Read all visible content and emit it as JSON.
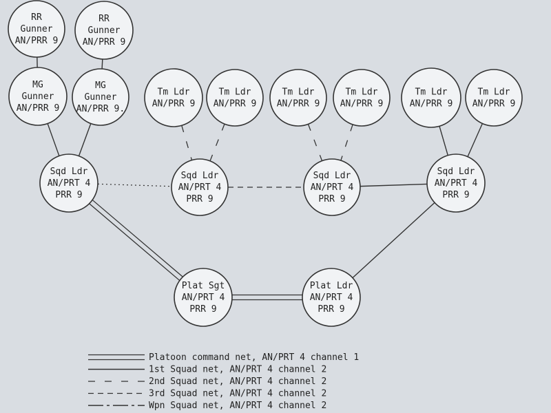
{
  "nodes": [
    {
      "id": "rr1",
      "lines": [
        "RR",
        "Gunner",
        "AN/PRR 9"
      ]
    },
    {
      "id": "rr2",
      "lines": [
        "RR",
        "Gunner",
        "AN/PRR 9"
      ]
    },
    {
      "id": "mg1",
      "lines": [
        "MG",
        "Gunner",
        "AN/PRR 9"
      ]
    },
    {
      "id": "mg2",
      "lines": [
        "MG",
        "Gunner",
        "AN/PRR 9."
      ]
    },
    {
      "id": "tm1",
      "lines": [
        "Tm Ldr",
        "AN/PRR 9"
      ]
    },
    {
      "id": "tm2",
      "lines": [
        "Tm Ldr",
        "AN/PRR 9"
      ]
    },
    {
      "id": "tm3",
      "lines": [
        "Tm Ldr",
        "AN/PRR 9"
      ]
    },
    {
      "id": "tm4",
      "lines": [
        "Tm Ldr",
        "AN/PRR 9"
      ]
    },
    {
      "id": "tm5",
      "lines": [
        "Tm Ldr",
        "AN/PRR 9"
      ]
    },
    {
      "id": "tm6",
      "lines": [
        "Tm Ldr",
        "AN/PRR 9"
      ]
    },
    {
      "id": "sq1",
      "lines": [
        "Sqd Ldr",
        "AN/PRT 4",
        "PRR 9"
      ]
    },
    {
      "id": "sq2",
      "lines": [
        "Sqd Ldr",
        "AN/PRT 4",
        "PRR 9"
      ]
    },
    {
      "id": "sq3",
      "lines": [
        "Sqd Ldr",
        "AN/PRT 4",
        "PRR 9"
      ]
    },
    {
      "id": "sq4",
      "lines": [
        "Sqd Ldr",
        "AN/PRT 4",
        "PRR 9"
      ]
    },
    {
      "id": "psgt",
      "lines": [
        "Plat Sgt",
        "AN/PRT 4",
        "PRR 9"
      ]
    },
    {
      "id": "pldr",
      "lines": [
        "Plat Ldr",
        "AN/PRT 4",
        "PRR 9"
      ]
    }
  ],
  "edges": [
    {
      "from": "rr1",
      "to": "mg1",
      "net": "solid"
    },
    {
      "from": "rr2",
      "to": "mg2",
      "net": "solid"
    },
    {
      "from": "mg1",
      "to": "sq1",
      "net": "solid"
    },
    {
      "from": "mg2",
      "to": "sq1",
      "net": "solid"
    },
    {
      "from": "tm1",
      "to": "sq2",
      "net": "dash2"
    },
    {
      "from": "tm2",
      "to": "sq2",
      "net": "dash2"
    },
    {
      "from": "tm3",
      "to": "sq3",
      "net": "dash2"
    },
    {
      "from": "tm4",
      "to": "sq3",
      "net": "dash2"
    },
    {
      "from": "tm5",
      "to": "sq4",
      "net": "solid"
    },
    {
      "from": "tm6",
      "to": "sq4",
      "net": "solid"
    },
    {
      "from": "sq1",
      "to": "sq2",
      "net": "dot"
    },
    {
      "from": "sq2",
      "to": "sq3",
      "net": "dash3"
    },
    {
      "from": "sq3",
      "to": "sq4",
      "net": "solid"
    },
    {
      "from": "sq1",
      "to": "psgt",
      "net": "double"
    },
    {
      "from": "psgt",
      "to": "pldr",
      "net": "double"
    },
    {
      "from": "pldr",
      "to": "sq4",
      "net": "solid"
    }
  ],
  "legend": [
    {
      "style": "double",
      "label": "Platoon command net, AN/PRT 4 channel 1"
    },
    {
      "style": "solid",
      "label": "1st Squad net, AN/PRT 4 channel 2"
    },
    {
      "style": "dash2",
      "label": "2nd Squad net, AN/PRT 4 channel 2"
    },
    {
      "style": "dash3",
      "label": "3rd Squad net, AN/PRT 4 channel 2"
    },
    {
      "style": "wpn",
      "label": "Wpn Squad net, AN/PRT 4 channel 2"
    }
  ]
}
